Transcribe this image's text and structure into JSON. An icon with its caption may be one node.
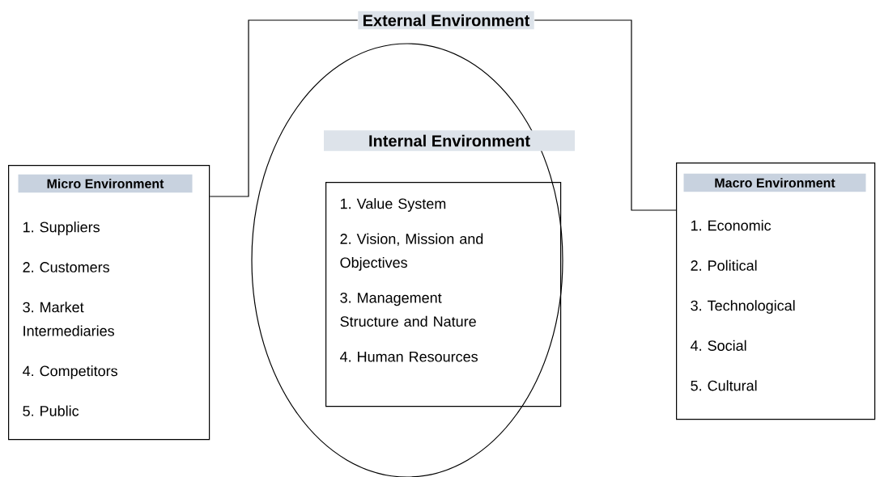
{
  "diagram": {
    "nodes": [
      {
        "text": [
          "External Environment"
        ]
      },
      {
        "text": [
          "Micro Environment",
          "1. Suppliers",
          "2. Customers",
          "3. Market Intermediaries",
          "4. Competitors",
          "5. Public"
        ]
      },
      {
        "text": [
          "Internal Environment"
        ]
      },
      {
        "text": [
          "1. Value System",
          "2. Vision, Mission and Objectives",
          "3. Management Structure and Nature",
          "4. Human Resources"
        ],
        "in": 2
      },
      {
        "text": [
          "Macro Environment",
          "1. Economic",
          "2. Political",
          "3. Technological",
          "4. Social",
          "5. Cultural"
        ]
      }
    ],
    "edges": [
      {
        "from": 0,
        "to": 1,
        "arrow": "none"
      },
      {
        "from": 0,
        "to": 4,
        "arrow": "none"
      }
    ]
  }
}
